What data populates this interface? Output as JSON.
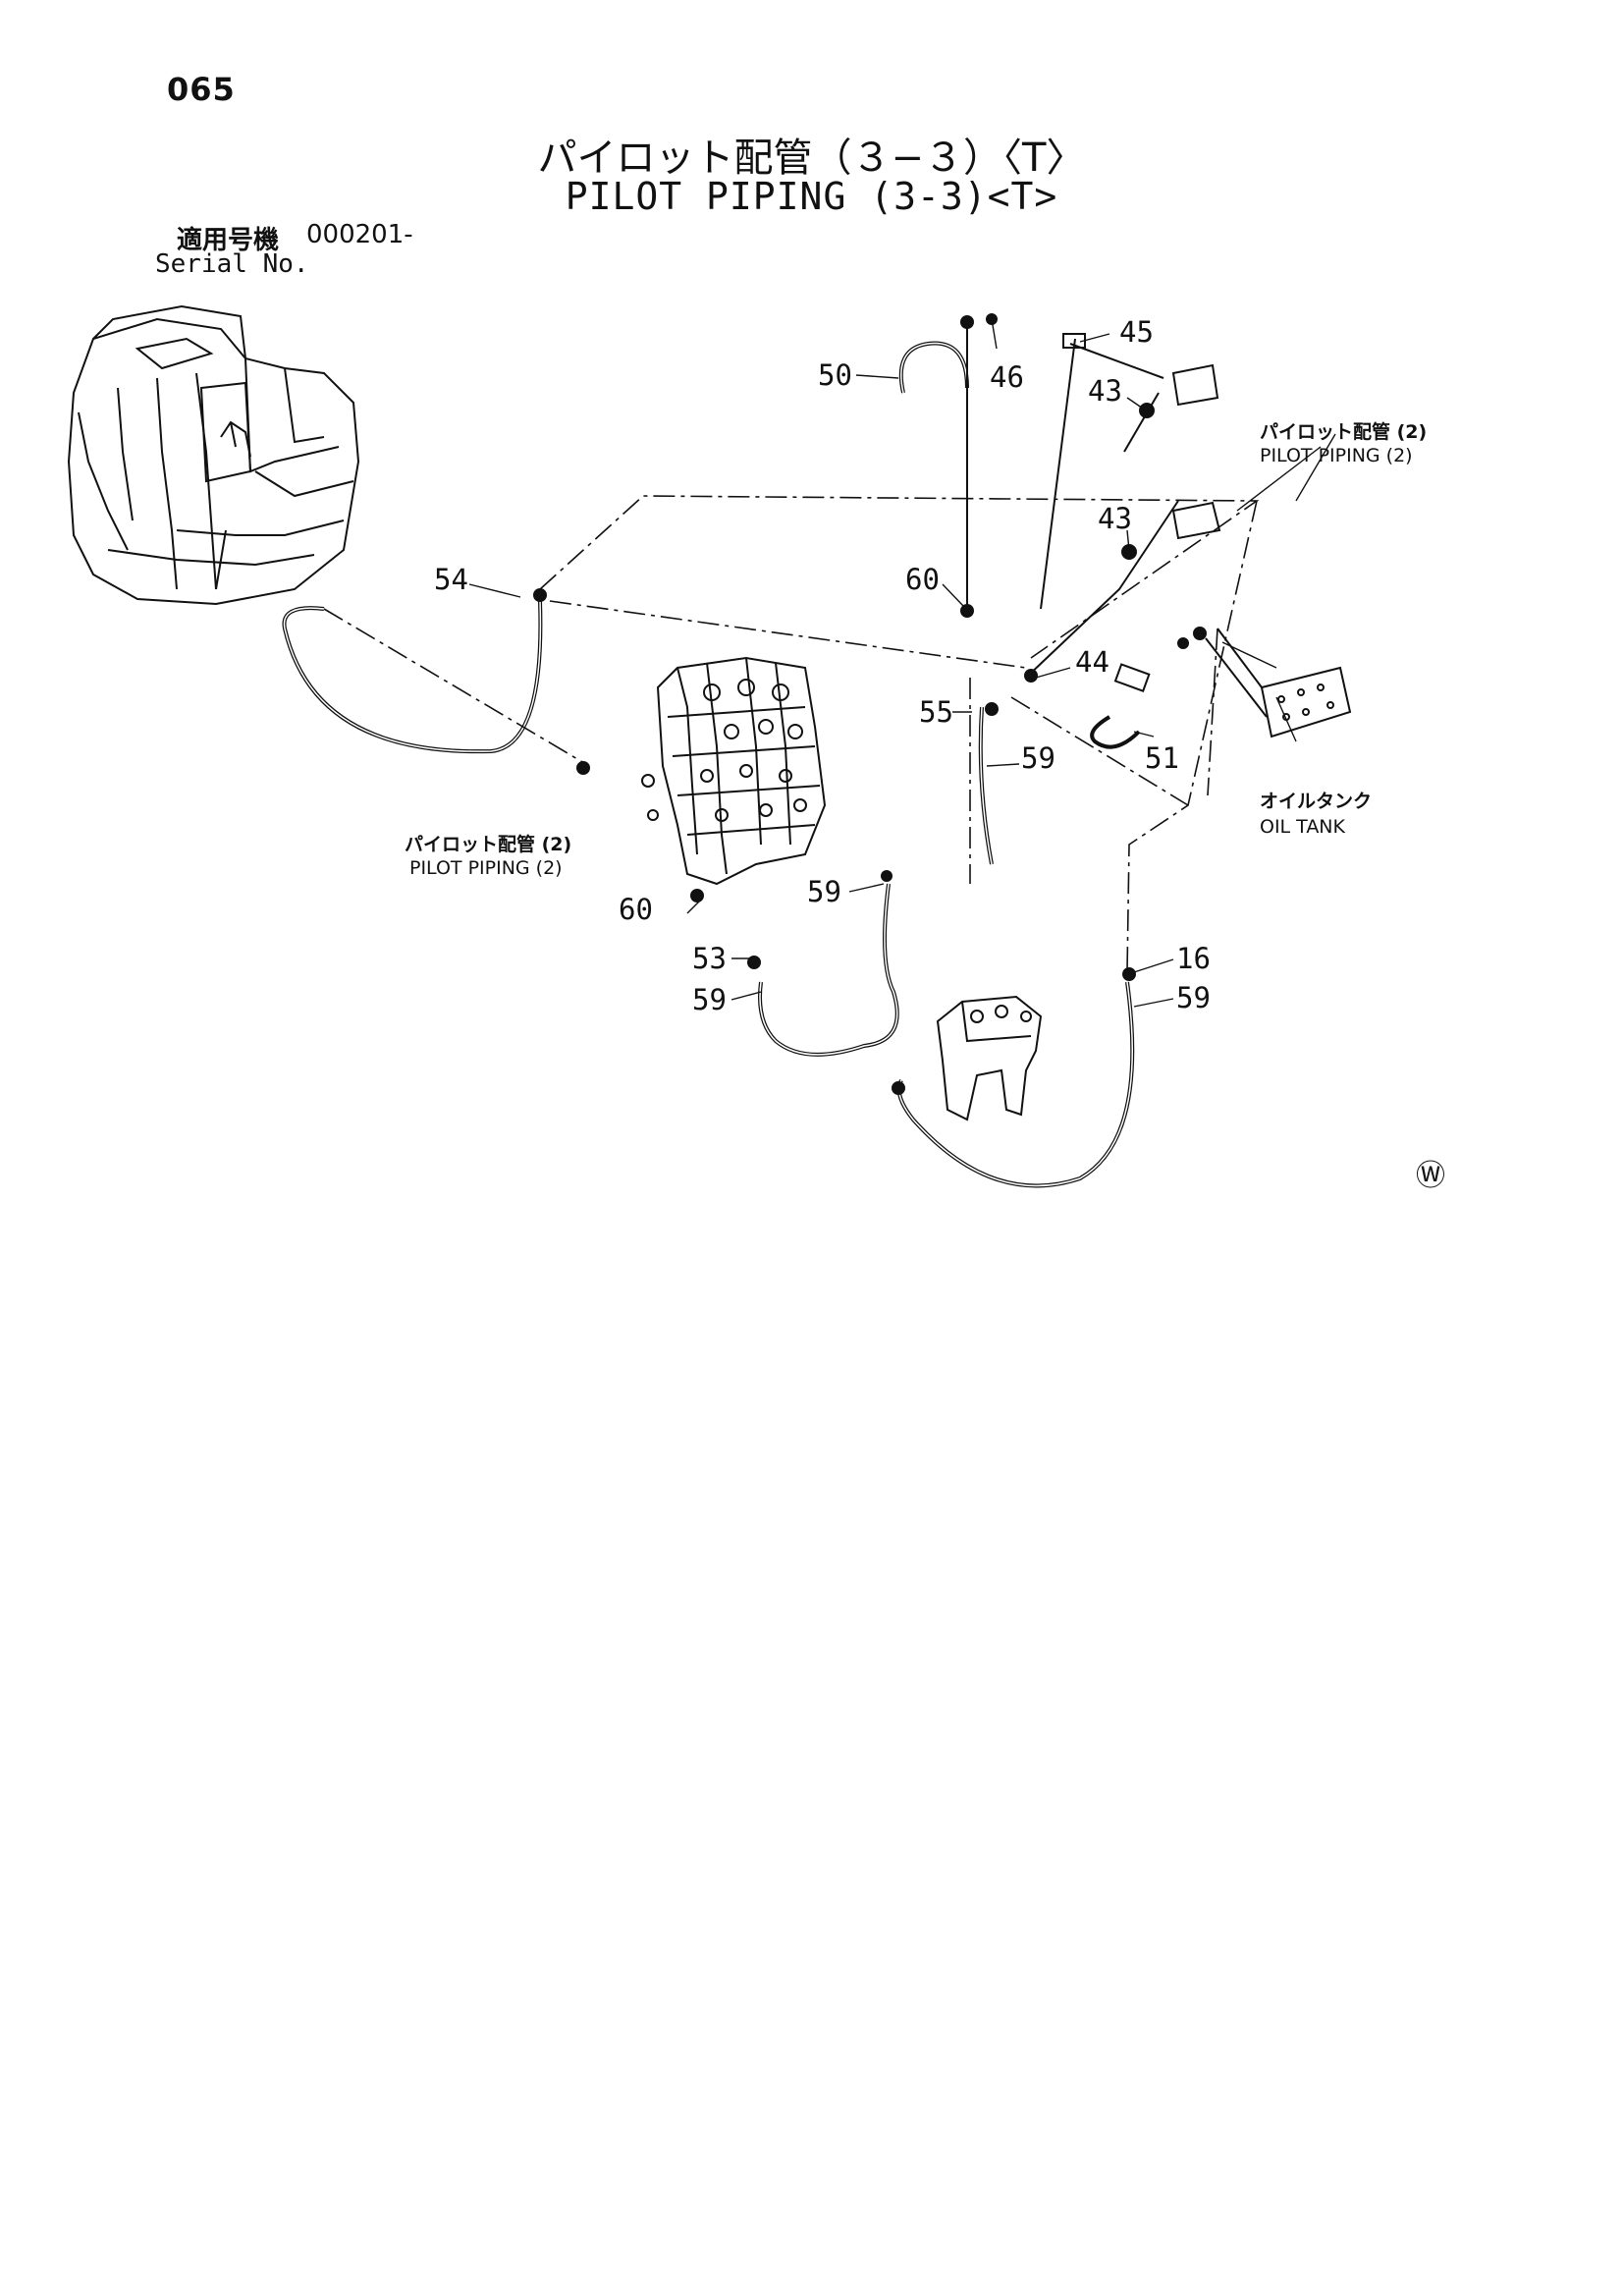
{
  "header": {
    "page_number": "065",
    "title_ja": "パイロット配管（３−３）〈T〉",
    "title_en": "PILOT PIPING (3-3)<T>",
    "serial_label_ja": "適用号機",
    "serial_value": "000201-",
    "serial_label_en": "Serial No."
  },
  "callouts": [
    "50",
    "46",
    "45",
    "43",
    "54",
    "60",
    "43",
    "44",
    "55",
    "59",
    "51",
    "59",
    "60",
    "53",
    "59",
    "16",
    "59"
  ],
  "notes": {
    "pilot_right": {
      "ja": "パイロット配管 (2)",
      "en": "PILOT PIPING (2)"
    },
    "pilot_left": {
      "ja": "パイロット配管 (2)",
      "en": "PILOT PIPING (2)"
    },
    "oil_tank": {
      "ja": "オイルタンク",
      "en": "OIL TANK"
    }
  },
  "marks": {
    "corner_symbol": "Ⓦ"
  }
}
